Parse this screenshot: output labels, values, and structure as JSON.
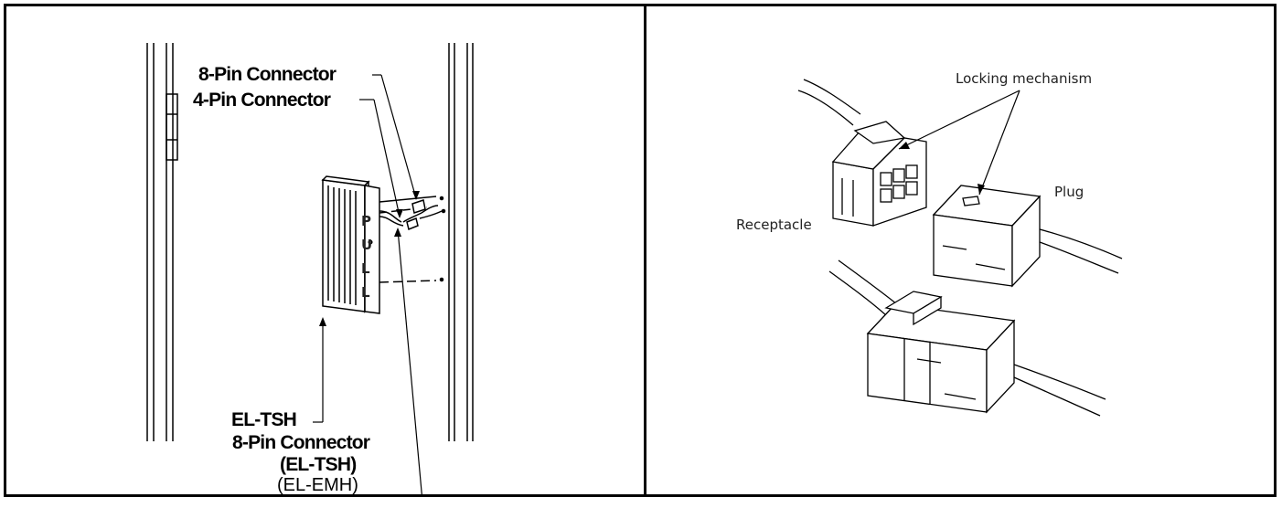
{
  "left_figure": {
    "label_8pin_top": "8-Pin Connector",
    "label_4pin": "4-Pin Connector",
    "label_el_tsh": "EL-TSH",
    "label_8pin_bottom": "8-Pin Connector",
    "label_8pin_bottom_sub1": "(EL-TSH)",
    "label_8pin_bottom_sub2": "(EL-EMH)",
    "pull_letters": [
      "P",
      "U",
      "L",
      "L"
    ]
  },
  "right_figure": {
    "label_locking": "Locking mechanism",
    "label_plug": "Plug",
    "label_receptacle": "Receptacle"
  }
}
